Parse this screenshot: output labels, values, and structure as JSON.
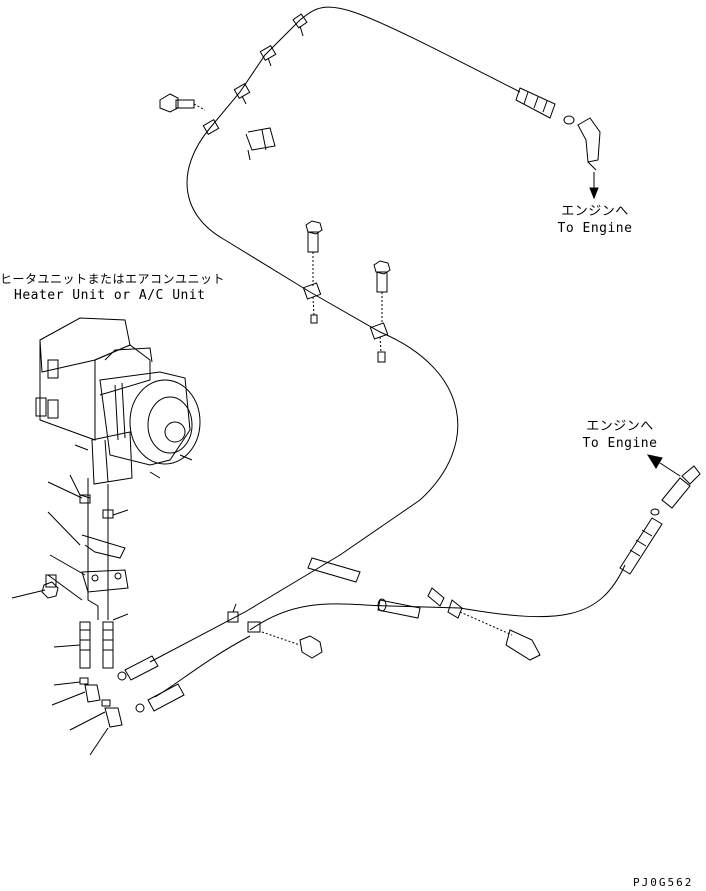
{
  "labels": {
    "engine_upper_jp": "エンジンへ",
    "engine_upper_en": "To Engine",
    "engine_lower_jp": "エンジンへ",
    "engine_lower_en": "To Engine",
    "heater_jp": "ヒータユニットまたはエアコンユニット",
    "heater_en": "Heater Unit or A/C Unit",
    "figure_code": "PJ0G562"
  }
}
